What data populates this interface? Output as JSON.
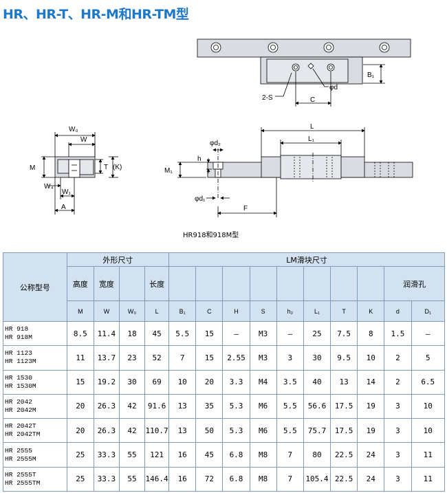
{
  "title": "HR、HR-T、HR-M和HR-TM型",
  "drawing": {
    "top_labels": {
      "b1": "B₁",
      "d": "φd",
      "s": "2-S",
      "c": "C"
    },
    "end_labels": {
      "w0": "W₀",
      "w": "W",
      "m": "M",
      "t": "T",
      "k": "(K)",
      "w4": "W₄",
      "w1": "W₁",
      "a": "A"
    },
    "side_labels": {
      "l": "L",
      "l1": "L₁",
      "d2": "φd₂",
      "h": "h",
      "m1": "M₁",
      "d1": "φd₁",
      "f": "F"
    },
    "caption": "HR918和918M型"
  },
  "table": {
    "header": {
      "model": "公称型号",
      "outer": "外形尺寸",
      "lm_block": "LM滑块尺寸",
      "height": "高度",
      "width": "宽度",
      "length": "长度",
      "grease": "润滑孔",
      "symbols": [
        "M",
        "W",
        "W₀",
        "L",
        "B₁",
        "C",
        "H",
        "S",
        "h₂",
        "L₁",
        "T",
        "K",
        "d",
        "D₁"
      ]
    },
    "rows": [
      {
        "model": [
          "HR 918",
          "HR 918M"
        ],
        "values": [
          "8.5",
          "11.4",
          "18",
          "45",
          "5.5",
          "15",
          "—",
          "M3",
          "—",
          "25",
          "7.5",
          "8",
          "1.5",
          "—"
        ]
      },
      {
        "model": [
          "HR 1123",
          "HR 1123M"
        ],
        "values": [
          "11",
          "13.7",
          "23",
          "52",
          "7",
          "15",
          "2.55",
          "M3",
          "3",
          "30",
          "9.5",
          "10",
          "2",
          "5"
        ]
      },
      {
        "model": [
          "HR 1530",
          "HR 1530M"
        ],
        "values": [
          "15",
          "19.2",
          "30",
          "69",
          "10",
          "20",
          "3.3",
          "M4",
          "3.5",
          "40",
          "13",
          "14",
          "2",
          "6.5"
        ]
      },
      {
        "model": [
          "HR 2042",
          "HR 2042M"
        ],
        "values": [
          "20",
          "26.3",
          "42",
          "91.6",
          "13",
          "35",
          "5.3",
          "M6",
          "5.5",
          "56.6",
          "17.5",
          "19",
          "3",
          "10"
        ]
      },
      {
        "model": [
          "HR 2042T",
          "HR 2042TM"
        ],
        "values": [
          "20",
          "26.3",
          "42",
          "110.7",
          "13",
          "50",
          "5.3",
          "M6",
          "5.5",
          "75.7",
          "17.5",
          "19",
          "3",
          "10"
        ]
      },
      {
        "model": [
          "HR 2555",
          "HR 2555M"
        ],
        "values": [
          "25",
          "33.3",
          "55",
          "121",
          "16",
          "45",
          "6.8",
          "M8",
          "7",
          "80",
          "22.5",
          "24",
          "3",
          "11"
        ]
      },
      {
        "model": [
          "HR 2555T",
          "HR 2555TM"
        ],
        "values": [
          "25",
          "33.3",
          "55",
          "146.4",
          "16",
          "72",
          "6.8",
          "M8",
          "7",
          "105.4",
          "22.5",
          "24",
          "3",
          "11"
        ]
      }
    ]
  }
}
